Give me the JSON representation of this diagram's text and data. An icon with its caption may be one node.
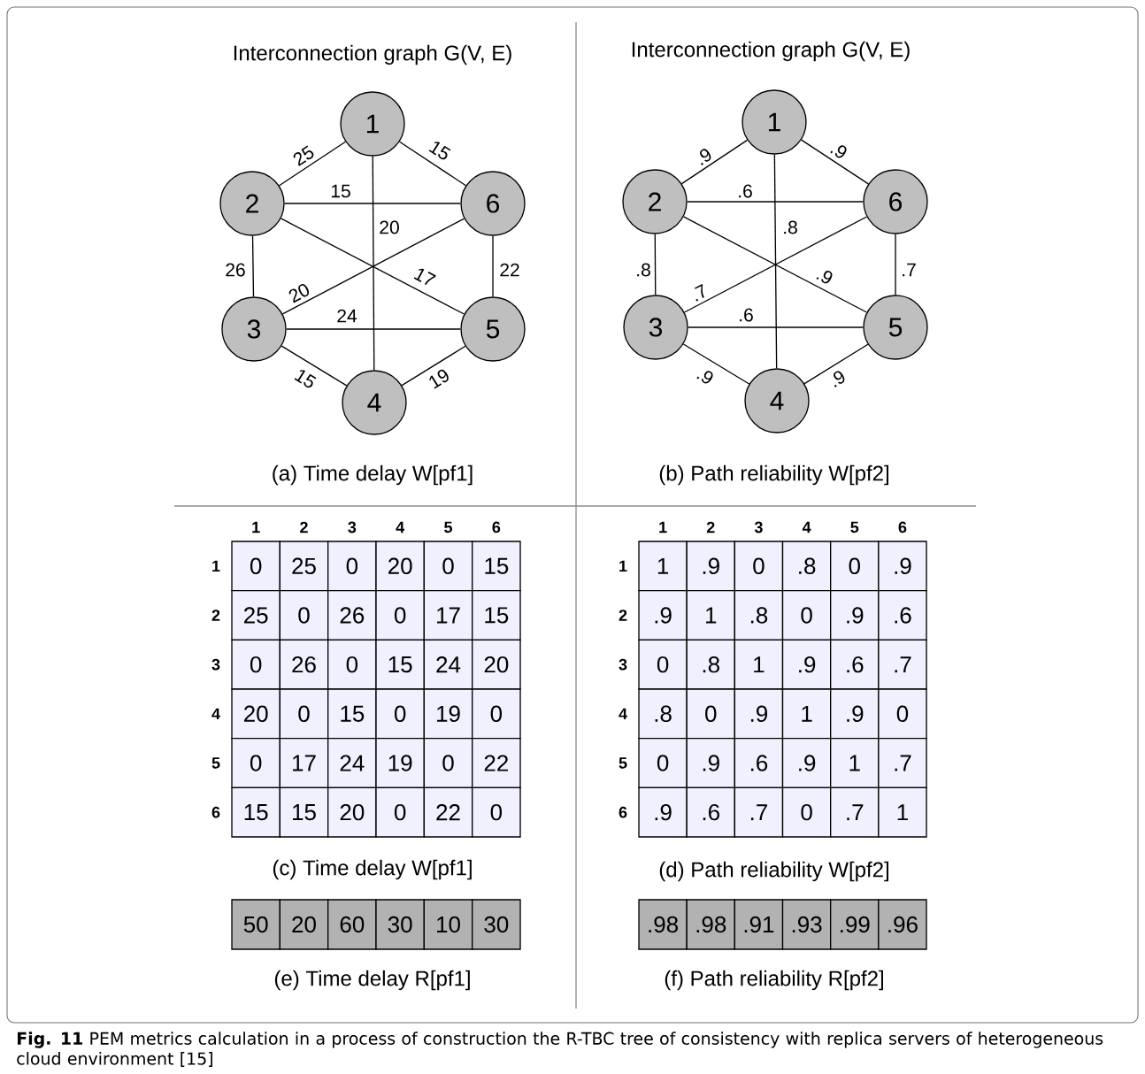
{
  "diagram": {
    "caption": "**Fig. 11** PEM metrics calculation in a process of construction the R-TBC tree of consistency with replica servers of heterogeneous cloud environment [15]",
    "nodes": [
      {
        "text": [
          "1"
        ]
      },
      {
        "text": [
          "2"
        ]
      },
      {
        "text": [
          "3"
        ]
      },
      {
        "text": [
          "4"
        ]
      },
      {
        "text": [
          "5"
        ]
      },
      {
        "text": [
          "6"
        ]
      },
      {
        "text": [
          "1"
        ]
      },
      {
        "text": [
          "2"
        ]
      },
      {
        "text": [
          "3"
        ]
      },
      {
        "text": [
          "4"
        ]
      },
      {
        "text": [
          "5"
        ]
      },
      {
        "text": [
          "6"
        ]
      }
    ],
    "edges": [
      {
        "from": 0,
        "to": 1,
        "arrow": "none",
        "label": "25"
      },
      {
        "from": 0,
        "to": 5,
        "arrow": "none",
        "label": "15"
      },
      {
        "from": 1,
        "to": 5,
        "arrow": "none",
        "label": "15"
      },
      {
        "from": 0,
        "to": 3,
        "arrow": "none",
        "label": "20"
      },
      {
        "from": 1,
        "to": 2,
        "arrow": "none",
        "label": "26"
      },
      {
        "from": 5,
        "to": 4,
        "arrow": "none",
        "label": "22"
      },
      {
        "from": 2,
        "to": 5,
        "arrow": "none",
        "label": "20"
      },
      {
        "from": 1,
        "to": 4,
        "arrow": "none",
        "label": "17"
      },
      {
        "from": 2,
        "to": 4,
        "arrow": "none",
        "label": "24"
      },
      {
        "from": 2,
        "to": 3,
        "arrow": "none",
        "label": "15"
      },
      {
        "from": 3,
        "to": 4,
        "arrow": "none",
        "label": "19"
      },
      {
        "from": 6,
        "to": 7,
        "arrow": "none",
        "label": ".9"
      },
      {
        "from": 6,
        "to": 11,
        "arrow": "none",
        "label": ".9"
      },
      {
        "from": 7,
        "to": 11,
        "arrow": "none",
        "label": ".6"
      },
      {
        "from": 6,
        "to": 9,
        "arrow": "none",
        "label": ".8"
      },
      {
        "from": 7,
        "to": 8,
        "arrow": "none",
        "label": ".8"
      },
      {
        "from": 11,
        "to": 10,
        "arrow": "none",
        "label": ".7"
      },
      {
        "from": 8,
        "to": 11,
        "arrow": "none",
        "label": ".7"
      },
      {
        "from": 7,
        "to": 10,
        "arrow": "none",
        "label": ".9"
      },
      {
        "from": 8,
        "to": 10,
        "arrow": "none",
        "label": ".6"
      },
      {
        "from": 8,
        "to": 9,
        "arrow": "none",
        "label": ".9"
      },
      {
        "from": 9,
        "to": 10,
        "arrow": "none",
        "label": ".9"
      }
    ],
    "labels": [
      "Interconnection graph G(V, E)",
      "Interconnection graph G(V, E)",
      "(a) Time delay W[pf1]",
      "(b) Path reliability W[pf2]",
      "1",
      "2",
      "3",
      "4",
      "5",
      "6",
      "1",
      "0",
      "25",
      "0",
      "20",
      "0",
      "15",
      "2",
      "25",
      "0",
      "26",
      "0",
      "17",
      "15",
      "3",
      "0",
      "26",
      "0",
      "15",
      "24",
      "20",
      "4",
      "20",
      "0",
      "15",
      "0",
      "19",
      "0",
      "5",
      "0",
      "17",
      "24",
      "19",
      "0",
      "22",
      "6",
      "15",
      "15",
      "20",
      "0",
      "22",
      "0",
      "(c) Time delay W[pf1]",
      "1",
      "2",
      "3",
      "4",
      "5",
      "6",
      "1",
      "1",
      ".9",
      "0",
      ".8",
      "0",
      ".9",
      "2",
      ".9",
      "1",
      ".8",
      "0",
      ".9",
      ".6",
      "3",
      "0",
      ".8",
      "1",
      ".9",
      ".6",
      ".7",
      "4",
      ".8",
      "0",
      ".9",
      "1",
      ".9",
      "0",
      "5",
      "0",
      ".9",
      ".6",
      ".9",
      "1",
      ".7",
      "6",
      ".9",
      ".6",
      ".7",
      "0",
      ".7",
      "1",
      "(d) Path reliability W[pf2]",
      "50",
      "20",
      "60",
      "30",
      "10",
      "30",
      "(e) Time delay R[pf1]",
      ".98",
      ".98",
      ".91",
      ".93",
      ".99",
      ".96",
      "(f) Path reliability R[pf2]"
    ]
  }
}
